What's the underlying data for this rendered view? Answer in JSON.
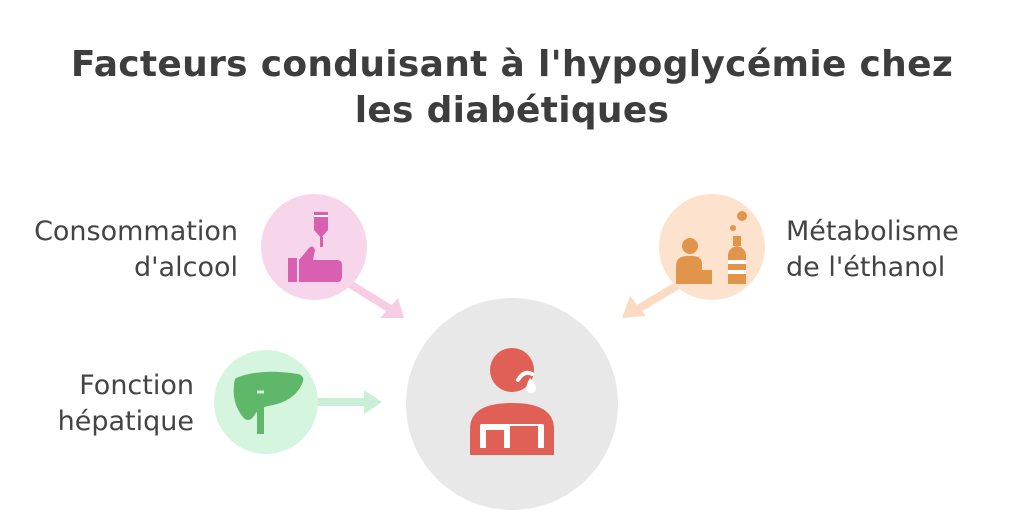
{
  "title": {
    "line1": "Facteurs conduisant à l'hypoglycémie chez",
    "line2": "les diabétiques"
  },
  "factors": {
    "alcohol": {
      "line1": "Consommation",
      "line2": "d'alcool",
      "icon": "drink-hand-icon",
      "color": "#d95fb0"
    },
    "ethanol": {
      "line1": "Métabolisme",
      "line2": "de l'éthanol",
      "icon": "person-bottle-icon",
      "color": "#e0954a"
    },
    "liver": {
      "line1": "Fonction",
      "line2": "hépatique",
      "icon": "liver-icon",
      "color": "#5fb86a"
    }
  },
  "center": {
    "icon": "sick-person-icon",
    "color": "#e06055"
  }
}
